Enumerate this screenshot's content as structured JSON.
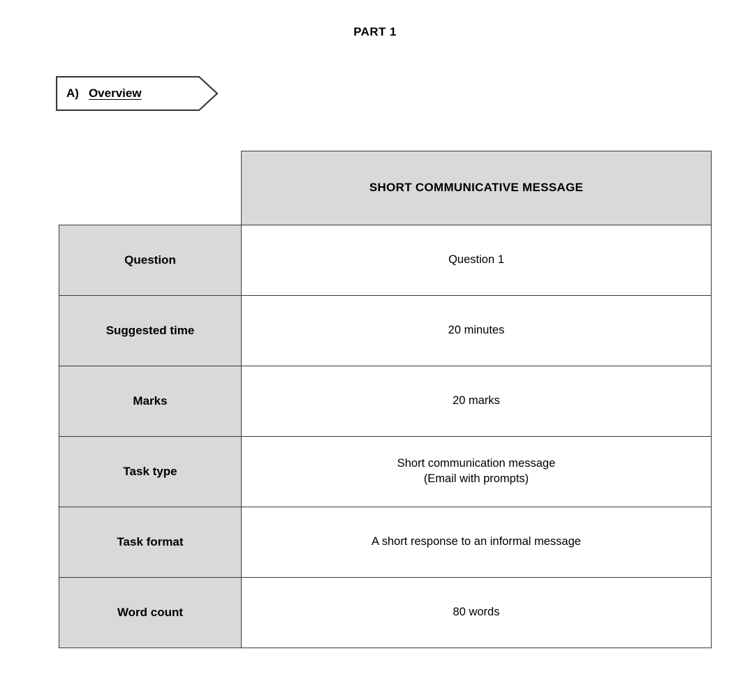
{
  "page": {
    "title": "PART 1"
  },
  "section": {
    "letter": "A)",
    "label": "Overview"
  },
  "table": {
    "corner": "",
    "header": "SHORT COMMUNICATIVE MESSAGE",
    "rows": [
      {
        "label": "Question",
        "value": "Question 1",
        "value2": ""
      },
      {
        "label": "Suggested time",
        "value": "20 minutes",
        "value2": ""
      },
      {
        "label": "Marks",
        "value": "20 marks",
        "value2": ""
      },
      {
        "label": "Task type",
        "value": "Short communication message",
        "value2": "(Email with prompts)"
      },
      {
        "label": "Task format",
        "value": "A short response to an informal message",
        "value2": ""
      },
      {
        "label": "Word count",
        "value": "80 words",
        "value2": ""
      }
    ]
  },
  "colors": {
    "cell_fill_gray": "#d9d9d9",
    "border": "#3a3a3a",
    "text": "#000000",
    "background": "#ffffff"
  }
}
